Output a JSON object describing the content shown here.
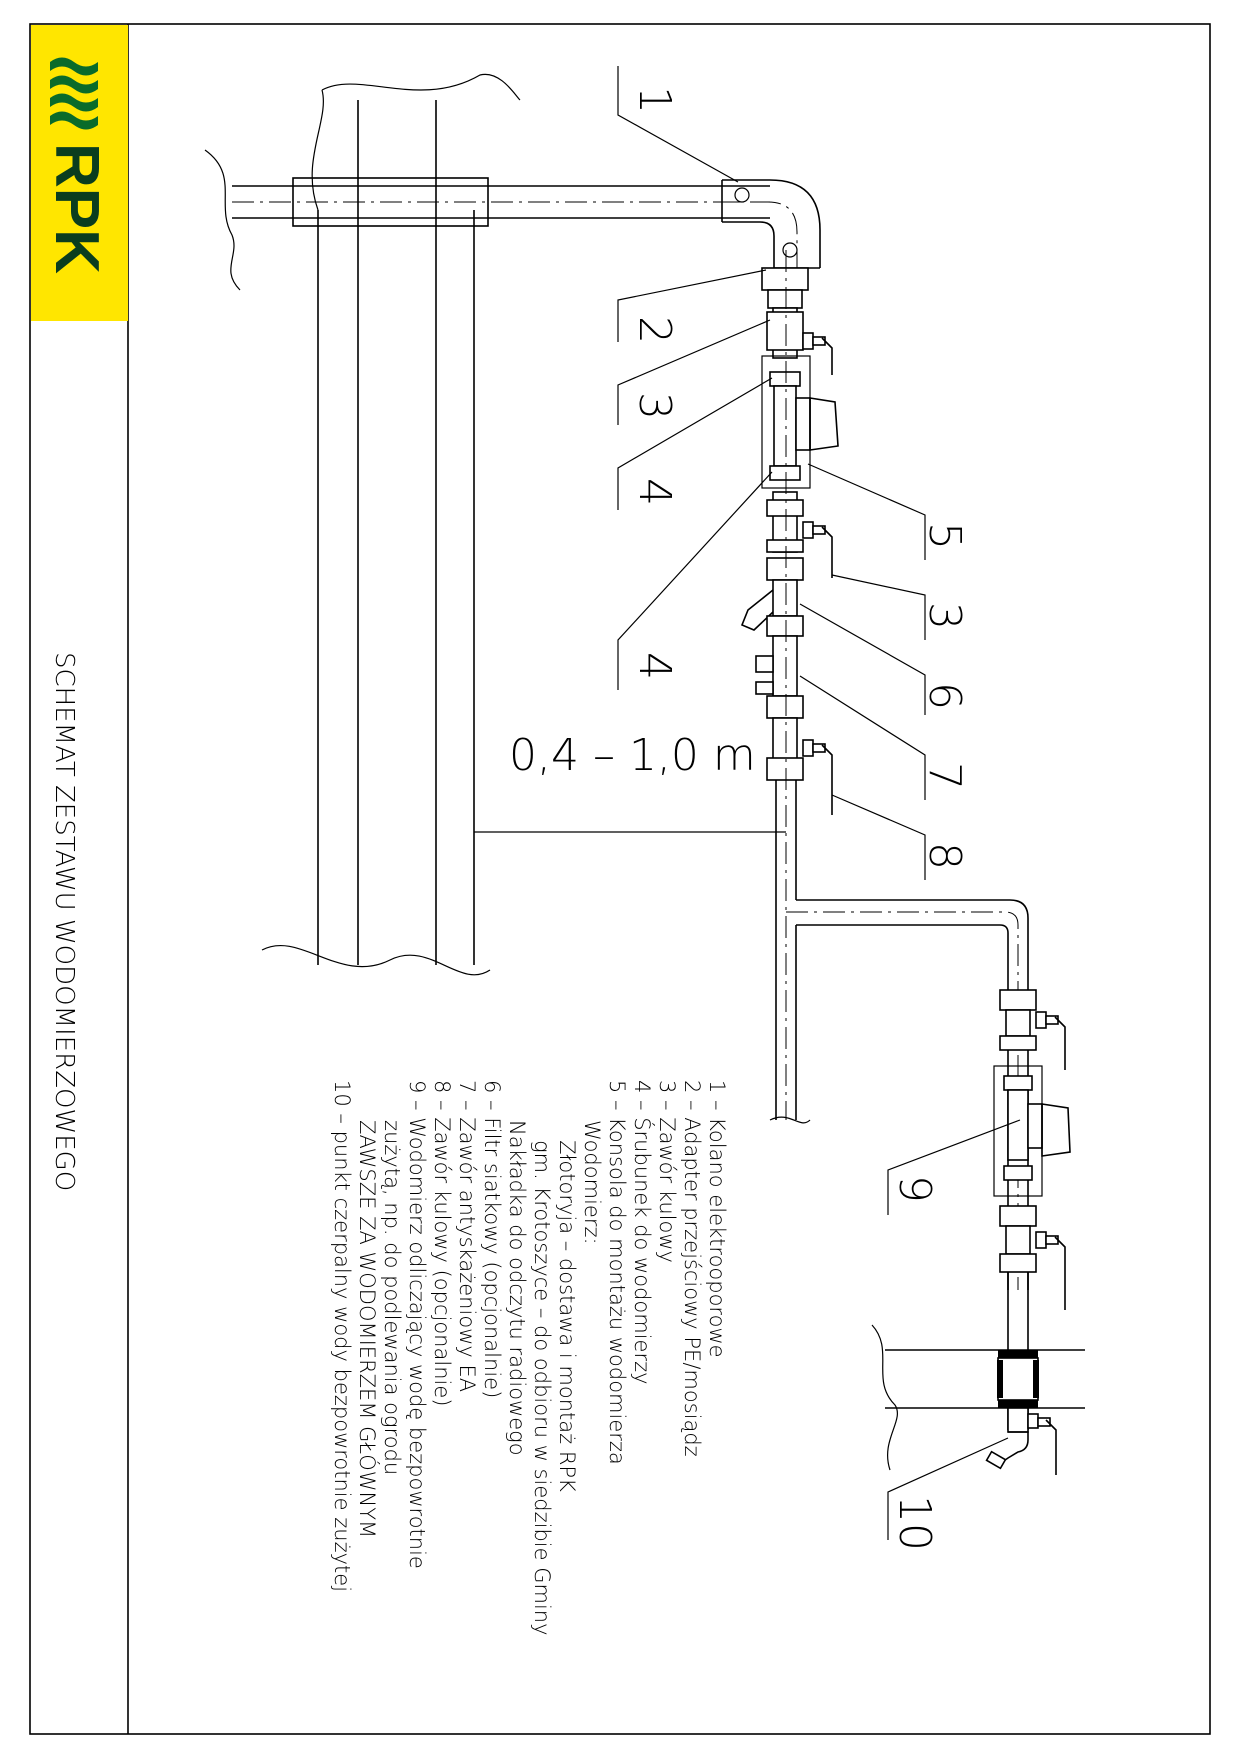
{
  "logo": {
    "brand": "RPK",
    "bg_color": "#FFE600",
    "wave_color": "#0A6B2A",
    "text_color": "#0A3D1E"
  },
  "title": "SCHEMAT ZESTAWU WODOMIERZOWEGO",
  "dimension": "0,4 – 1,0 m",
  "callouts": {
    "c1": "1",
    "c2": "2",
    "c3a": "3",
    "c4a": "4",
    "c5": "5",
    "c3b": "3",
    "c4b": "4",
    "c6": "6",
    "c7": "7",
    "c8": "8",
    "c9": "9",
    "c10": "10"
  },
  "legend": [
    "1 – Kolano elektrooporowe",
    "2 – Adapter przejściowy PE/mosiądz",
    "3 – Zawór kulowy",
    "4 – Śrubunek do wodomierzy",
    "5 – Konsola do montażu wodomierza",
    "      Wodomierz:",
    "         Złotoryja – dostawa i montaż RPK",
    "         gm. Krotoszyce – do odbioru w siedzibie Gminy",
    "      Nakładka do odczytu radiowego",
    "6 – Filtr siatkowy (opcjonalnie)",
    "7 – Zawór antyskażeniowy EA",
    "8 – Zawór kulowy (opcjonalnie)",
    "9 – Wodomierz odliczający wodę bezpowrotnie",
    "      zużytą, np. do podlewania ogrodu",
    "      ZAWSZE ZA WODOMIERZEM GŁÓWNYM",
    "10 – punkt czerpalny wody bezpowrotnie zużytej"
  ]
}
